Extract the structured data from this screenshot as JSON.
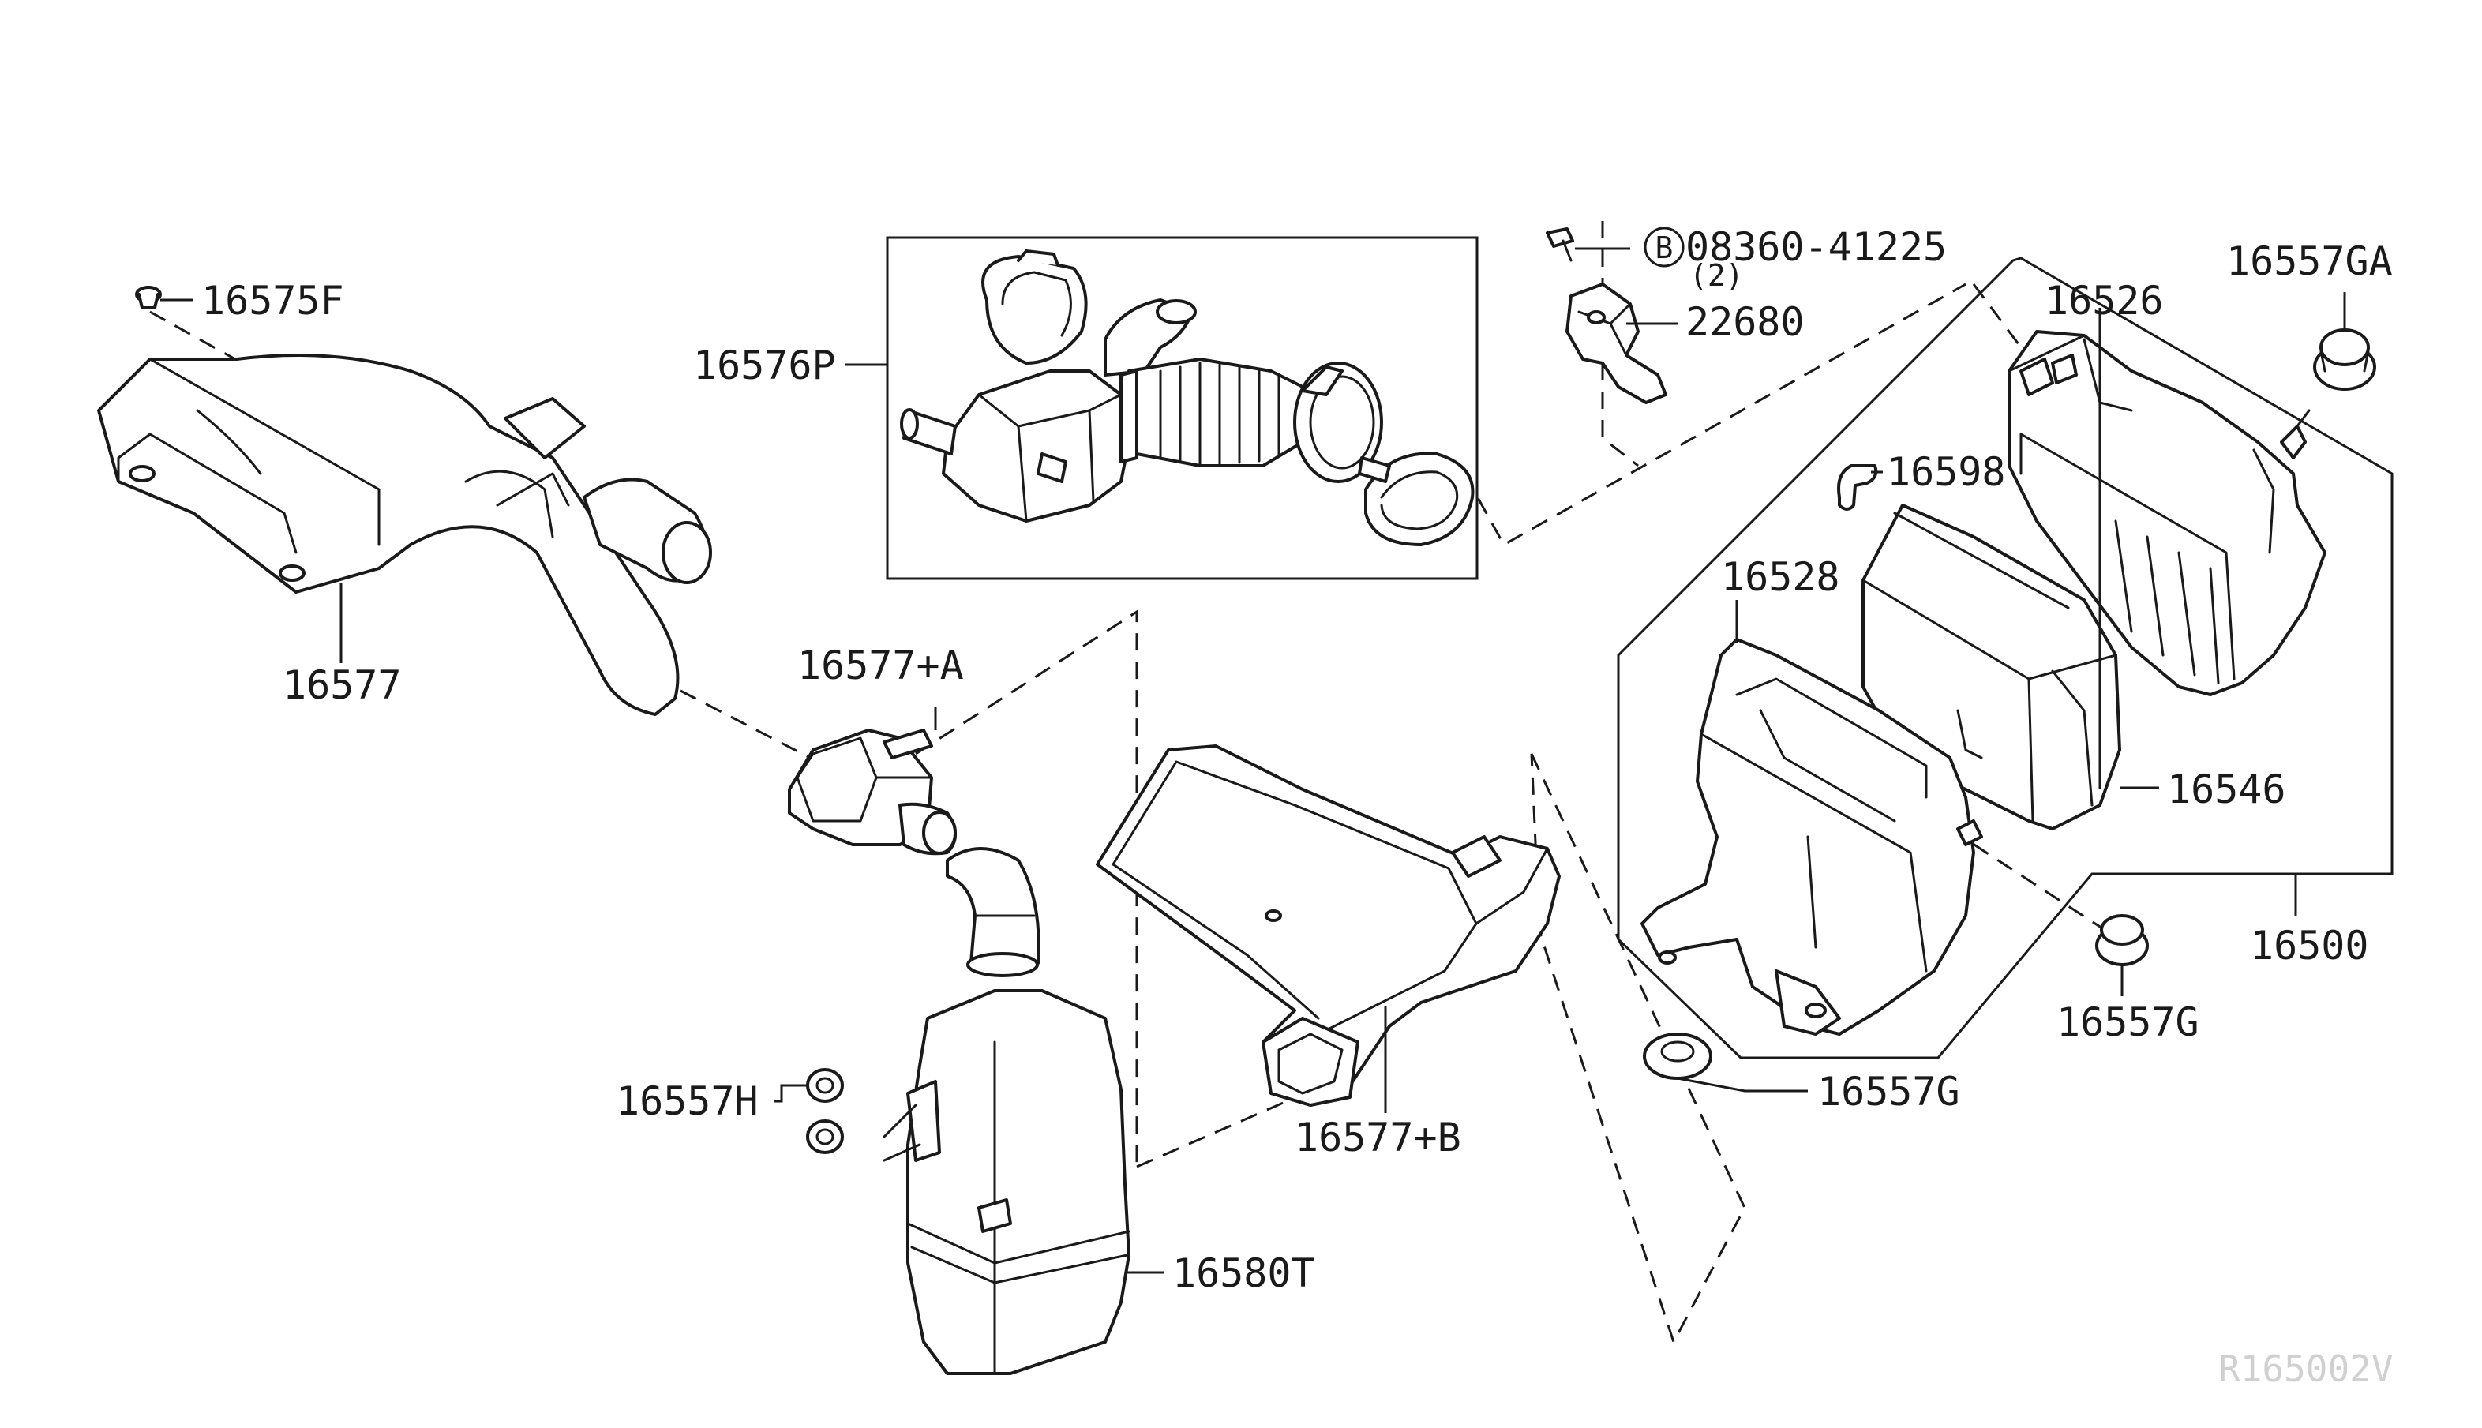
{
  "diagram": {
    "labels": {
      "p16575F": "16575F",
      "p16577": "16577",
      "p16576P": "16576P",
      "p08360": "08360-41225",
      "p08360_qty": "(2)",
      "bolt_symbol": "B",
      "p22680": "22680",
      "p16557GA": "16557GA",
      "p16526": "16526",
      "p16598": "16598",
      "p16528": "16528",
      "p16546": "16546",
      "p16500": "16500",
      "p16577A": "16577+A",
      "p16577B": "16577+B",
      "p16557H": "16557H",
      "p16557G_right": "16557G",
      "p16557G_bottom": "16557G",
      "p16580T": "16580T"
    },
    "reference_code": "R165002V"
  }
}
